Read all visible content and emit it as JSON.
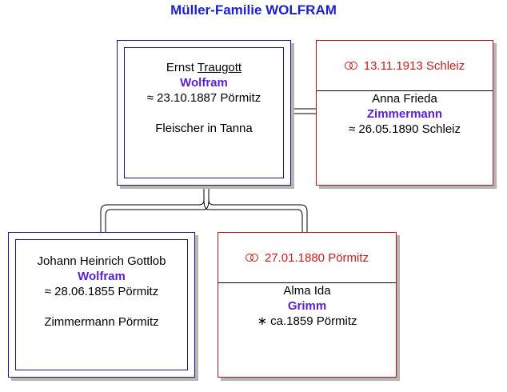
{
  "title": "Müller-Familie WOLFRAM",
  "father": {
    "given_plain": "Ernst",
    "given_underlined": "Traugott",
    "surname": "Wolfram",
    "birth": "≈  23.10.1887 Pörmitz",
    "occupation": "Fleischer in Tanna"
  },
  "mother": {
    "marriage": "13.11.1913 Schleiz",
    "given": "Anna Frieda",
    "surname": "Zimmermann",
    "birth": "≈  26.05.1890 Schleiz"
  },
  "grandfather": {
    "given": "Johann Heinrich Gottlob",
    "surname": "Wolfram",
    "birth": "≈  28.06.1855 Pörmitz",
    "occupation": "Zimmermann Pörmitz"
  },
  "grandmother": {
    "marriage": "27.01.1880 Pörmitz",
    "given": "Alma Ida",
    "surname": "Grimm",
    "birth": "∗ ca.1859 Pörmitz"
  },
  "colors": {
    "title": "#1a22c8",
    "male_border": "#1a1a8c",
    "female_border": "#b2161b",
    "marriage_text": "#cc1b1b",
    "surname": "#5b1fd1"
  }
}
